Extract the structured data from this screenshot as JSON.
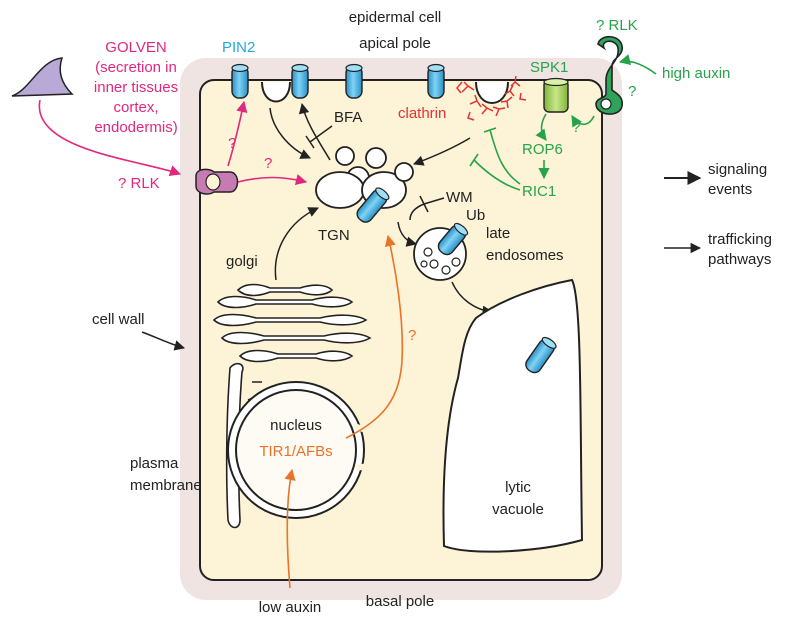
{
  "labels": {
    "epidermal_cell": "epidermal cell",
    "apical_pole": "apical pole",
    "basal_pole": "basal pole",
    "golven_title": "GOLVEN",
    "golven_line2": "(secretion in",
    "golven_line3": "inner tissues",
    "golven_line4": "cortex,",
    "golven_line5": "endodermis)",
    "rlk_left": "? RLK",
    "rlk_right": "? RLK",
    "pin2": "PIN2",
    "bfa": "BFA",
    "clathrin": "clathrin",
    "spk1": "SPK1",
    "high_auxin": "high auxin",
    "rop6": "ROP6",
    "ric1": "RIC1",
    "tgn": "TGN",
    "wm": "WM",
    "ub": "Ub",
    "late_endosomes_1": "late",
    "late_endosomes_2": "endosomes",
    "golgi": "golgi",
    "cell_wall": "cell wall",
    "plasma_membrane_1": "plasma",
    "plasma_membrane_2": "membrane",
    "nucleus": "nucleus",
    "tir1_afbs": "TIR1/AFBs",
    "lytic_vacuole_1": "lytic",
    "lytic_vacuole_2": "vacuole",
    "low_auxin": "low auxin",
    "q": "?"
  },
  "legend": {
    "signaling_1": "signaling",
    "signaling_2": "events",
    "trafficking_1": "trafficking",
    "trafficking_2": "pathways"
  },
  "colors": {
    "magenta": "#e0287f",
    "cyan": "#22a9dc",
    "red": "#e53232",
    "green": "#27a349",
    "orange": "#e8732a",
    "cell_fill": "#fdf3d6",
    "wall_fill": "#efe4e2",
    "pin_fill": "#5bc3ee",
    "dark": "#222222"
  }
}
